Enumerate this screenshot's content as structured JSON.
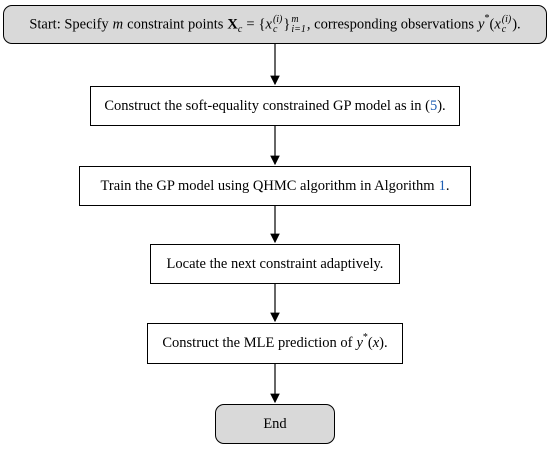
{
  "flowchart": {
    "nodes": [
      {
        "id": "start",
        "shape": "terminal",
        "label": "Start: Specify m constraint points X_c = {x_c^(i)}_{i=1}^m, corresponding observations y*(x_c^(i)).",
        "parts": {
          "prefix": "Start: Specify",
          "m": "m",
          "constraint_points": "constraint points",
          "X": "X",
          "c": "c",
          "equals": "=",
          "open_brace": "{",
          "x": "x",
          "i_sup": "(i)",
          "c_sub": "c",
          "close_brace": "}",
          "m_sup": "m",
          "i1_sub": "i=1",
          "comma_text": ", corresponding observations",
          "y": "y",
          "star": "*",
          "open_paren": "(",
          "close_paren": ").",
          "x2": "x",
          "i_sup2": "(i)",
          "c_sub2": "c"
        }
      },
      {
        "id": "construct-model",
        "shape": "process",
        "label": "Construct the soft-equality constrained GP model as in (5).",
        "parts": {
          "text": "Construct the soft-equality constrained GP model as in (",
          "ref": "5",
          "end": ")."
        }
      },
      {
        "id": "train",
        "shape": "process",
        "label": "Train the GP model using QHMC algorithm in Algorithm 1.",
        "parts": {
          "text": "Train the GP model using QHMC algorithm in Algorithm",
          "ref": "1",
          "end": "."
        }
      },
      {
        "id": "locate",
        "shape": "process",
        "label": "Locate the next constraint adaptively."
      },
      {
        "id": "mle",
        "shape": "process",
        "label": "Construct the MLE prediction of y*(x).",
        "parts": {
          "text": "Construct the MLE prediction of",
          "y": "y",
          "star": "*",
          "open": "(",
          "x": "x",
          "close": ")."
        }
      },
      {
        "id": "end",
        "shape": "terminal",
        "label": "End"
      }
    ],
    "edges": [
      {
        "from": "start",
        "to": "construct-model"
      },
      {
        "from": "construct-model",
        "to": "train"
      },
      {
        "from": "train",
        "to": "locate"
      },
      {
        "from": "locate",
        "to": "mle"
      },
      {
        "from": "mle",
        "to": "end"
      }
    ],
    "colors": {
      "terminal_fill": "#d9d9d9",
      "process_fill": "#ffffff",
      "stroke": "#000000",
      "reference_link": "#1f5fb4"
    }
  }
}
